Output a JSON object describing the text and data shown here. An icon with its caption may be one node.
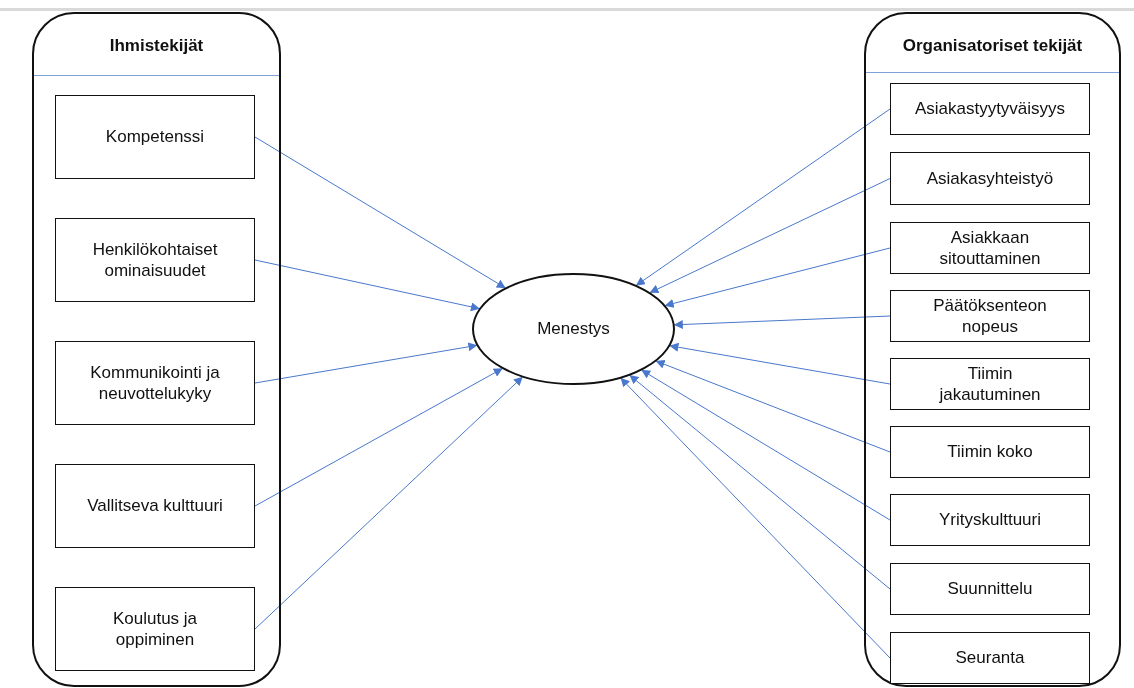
{
  "diagram": {
    "nodes": [
      {
        "text": [
          "Ihmistekijät"
        ]
      },
      {
        "text": [
          "Kompetenssi"
        ],
        "in": 0
      },
      {
        "text": [
          "Henkilökohtaiset ominaisuudet"
        ],
        "in": 0
      },
      {
        "text": [
          "Kommunikointi ja neuvottelukyky"
        ],
        "in": 0
      },
      {
        "text": [
          "Vallitseva kulttuuri"
        ],
        "in": 0
      },
      {
        "text": [
          "Koulutus ja oppiminen"
        ],
        "in": 0
      },
      {
        "text": [
          "Menestys"
        ]
      },
      {
        "text": [
          "Organisatoriset tekijät"
        ]
      },
      {
        "text": [
          "Asiakastyytyväisyys"
        ],
        "in": 7
      },
      {
        "text": [
          "Asiakasyhteistyö"
        ],
        "in": 7
      },
      {
        "text": [
          "Asiakkaan sitouttaminen"
        ],
        "in": 7
      },
      {
        "text": [
          "Päätöksenteon nopeus"
        ],
        "in": 7
      },
      {
        "text": [
          "Tiimin jakautuminen"
        ],
        "in": 7
      },
      {
        "text": [
          "Tiimin koko"
        ],
        "in": 7
      },
      {
        "text": [
          "Yrityskulttuuri"
        ],
        "in": 7
      },
      {
        "text": [
          "Suunnittelu"
        ],
        "in": 7
      },
      {
        "text": [
          "Seuranta"
        ],
        "in": 7
      }
    ],
    "edges": [
      {
        "from": 1,
        "to": 6,
        "arrow": "to"
      },
      {
        "from": 2,
        "to": 6,
        "arrow": "to"
      },
      {
        "from": 3,
        "to": 6,
        "arrow": "to"
      },
      {
        "from": 4,
        "to": 6,
        "arrow": "to"
      },
      {
        "from": 5,
        "to": 6,
        "arrow": "to"
      },
      {
        "from": 8,
        "to": 6,
        "arrow": "to"
      },
      {
        "from": 9,
        "to": 6,
        "arrow": "to"
      },
      {
        "from": 10,
        "to": 6,
        "arrow": "to"
      },
      {
        "from": 11,
        "to": 6,
        "arrow": "to"
      },
      {
        "from": 12,
        "to": 6,
        "arrow": "to"
      },
      {
        "from": 13,
        "to": 6,
        "arrow": "to"
      },
      {
        "from": 14,
        "to": 6,
        "arrow": "to"
      },
      {
        "from": 15,
        "to": 6,
        "arrow": "to"
      },
      {
        "from": 16,
        "to": 6,
        "arrow": "to"
      }
    ]
  }
}
